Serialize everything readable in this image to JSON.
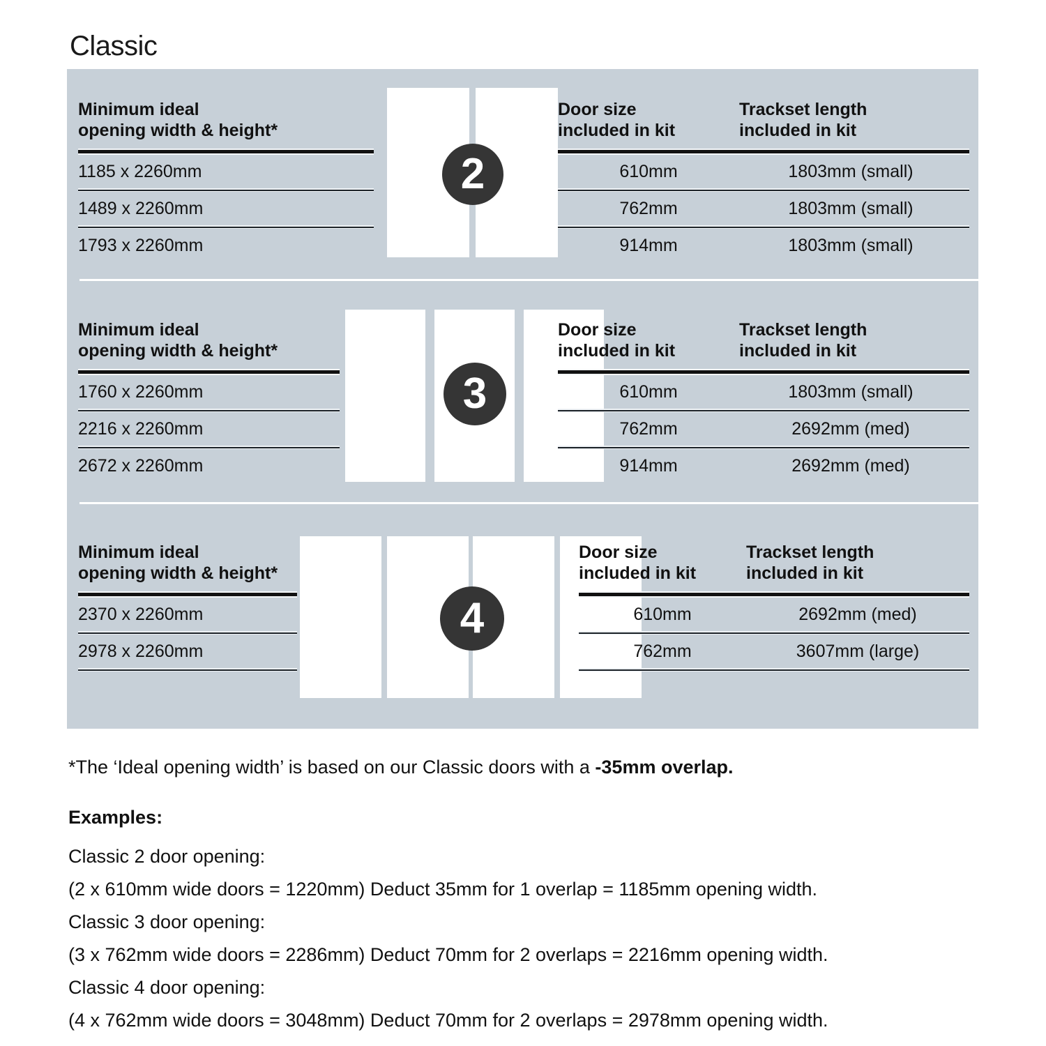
{
  "title": "Classic",
  "column_headers": {
    "left": "Minimum ideal\nopening width & height*",
    "door_size": "Door size\nincluded in kit",
    "trackset": "Trackset length\nincluded in kit"
  },
  "sections": [
    {
      "badge": "2",
      "door_count": 2,
      "rows": [
        {
          "opening": "1185 x 2260mm",
          "door_size": "610mm",
          "trackset": "1803mm (small)"
        },
        {
          "opening": "1489 x 2260mm",
          "door_size": "762mm",
          "trackset": "1803mm (small)"
        },
        {
          "opening": "1793 x 2260mm",
          "door_size": "914mm",
          "trackset": "1803mm (small)"
        }
      ]
    },
    {
      "badge": "3",
      "door_count": 3,
      "rows": [
        {
          "opening": "1760 x 2260mm",
          "door_size": "610mm",
          "trackset": "1803mm (small)"
        },
        {
          "opening": "2216 x 2260mm",
          "door_size": "762mm",
          "trackset": "2692mm (med)"
        },
        {
          "opening": "2672 x 2260mm",
          "door_size": "914mm",
          "trackset": "2692mm (med)"
        }
      ]
    },
    {
      "badge": "4",
      "door_count": 4,
      "rows": [
        {
          "opening": "2370 x 2260mm",
          "door_size": "610mm",
          "trackset": "2692mm (med)"
        },
        {
          "opening": "2978 x 2260mm",
          "door_size": "762mm",
          "trackset": "3607mm (large)"
        }
      ]
    }
  ],
  "footnote": {
    "text": "*The ‘Ideal opening width’ is based on our Classic doors with a ",
    "bold": "-35mm overlap."
  },
  "examples": {
    "title": "Examples:",
    "lines": [
      "Classic 2 door opening:",
      "(2 x 610mm wide doors = 1220mm)  Deduct 35mm for 1 overlap = 1185mm opening width.",
      "Classic 3 door opening:",
      "(3 x 762mm wide doors = 2286mm)  Deduct 70mm for 2 overlaps = 2216mm opening width.",
      "Classic 4 door opening:",
      "(4 x 762mm wide doors = 3048mm)  Deduct 70mm for 2 overlaps = 2978mm opening width."
    ]
  },
  "colors": {
    "panel_background": "#c7d0d8",
    "badge_fill": "#353535",
    "door_fill": "#ffffff",
    "rule": "#111111",
    "text": "#111111"
  }
}
